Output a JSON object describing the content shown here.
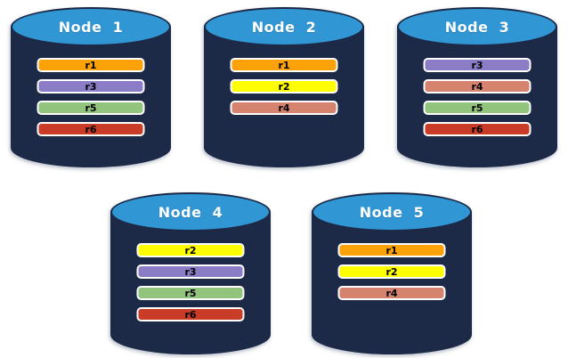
{
  "canvas": {
    "background": "#FFFFFF"
  },
  "cylinder": {
    "body_color": "#1C2947",
    "top_color": "#3096D4",
    "title_color": "#FFFFFF",
    "bar_border_color": "#FFFFFF",
    "bar_text_color": "#000000"
  },
  "replica_colors": {
    "r1": "#FCA108",
    "r2": "#FFFF00",
    "r3": "#8B7CC6",
    "r4": "#D5826F",
    "r5": "#93C47D",
    "r6": "#C93C28"
  },
  "nodes": [
    {
      "label": "Node  1",
      "replicas": [
        "r1",
        "r3",
        "r5",
        "r6"
      ]
    },
    {
      "label": "Node  2",
      "replicas": [
        "r1",
        "r2",
        "r4"
      ]
    },
    {
      "label": "Node  3",
      "replicas": [
        "r3",
        "r4",
        "r5",
        "r6"
      ]
    },
    {
      "label": "Node  4",
      "replicas": [
        "r2",
        "r3",
        "r5",
        "r6"
      ]
    },
    {
      "label": "Node  5",
      "replicas": [
        "r1",
        "r2",
        "r4"
      ]
    }
  ]
}
